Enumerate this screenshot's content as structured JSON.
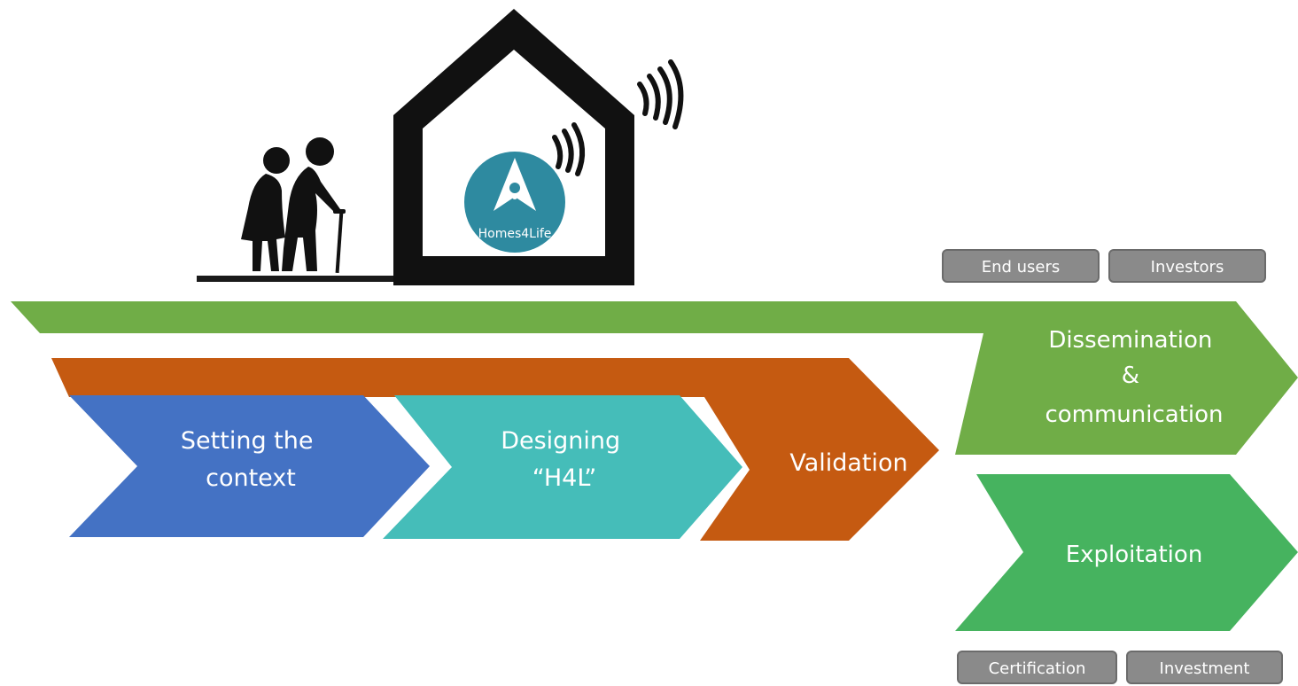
{
  "logo": {
    "text": "Homes4Life",
    "color": "#2e8aa0"
  },
  "stages": [
    {
      "lines": [
        "Setting the",
        "context"
      ],
      "color": "#4472c4"
    },
    {
      "lines": [
        "Designing",
        "“H4L”"
      ],
      "color": "#45bdb9"
    },
    {
      "lines": [
        "Validation"
      ],
      "color": "#c55a11"
    },
    {
      "lines": [
        "Dissemination",
        "&",
        "communication"
      ],
      "color": "#70ad47"
    },
    {
      "lines": [
        "Exploitation"
      ],
      "color": "#46b35f"
    }
  ],
  "tags": {
    "top": [
      "End users",
      "Investors"
    ],
    "bottom": [
      "Certification",
      "Investment"
    ],
    "color": "#8a8a8a"
  },
  "icons": [
    "elderly-couple-icon",
    "house-icon",
    "wifi-signal-icon"
  ]
}
